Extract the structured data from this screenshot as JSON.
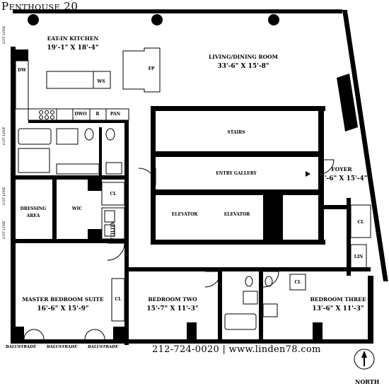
{
  "title": "Penthouse 20",
  "rooms": {
    "kitchen": {
      "name": "EAT-IN KITCHEN",
      "dims": "19'-1\" X 18'-4\""
    },
    "living": {
      "name": "LIVING/DINING ROOM",
      "dims": "33'-6\" X 15'-8\""
    },
    "foyer": {
      "name": "FOYER",
      "dims": "7'-6\" X 15'-4\""
    },
    "stairs": "STAIRS",
    "gallery": "ENTRY GALLERY",
    "elevator1": "ELEVATOR",
    "elevator2": "ELEVATOR",
    "dressing_line1": "DRESSING",
    "dressing_line2": "AREA",
    "wic": "WIC",
    "master": {
      "name": "MASTER BEDROOM SUITE",
      "dims": "16'-6\" X 15'-9\""
    },
    "bed2": {
      "name": "BEDROOM TWO",
      "dims": "15'-7\" X 11'-3\""
    },
    "bed3": {
      "name": "BEDROOM THREE",
      "dims": "13'-6\" X 11'-3\""
    }
  },
  "fixtures": {
    "dw": "DW",
    "ws": "WS",
    "fp": "FP",
    "dwo": "DWO",
    "r": "R",
    "pan": "PAN",
    "cl_closet": "CL",
    "utility": "UTILITY",
    "cl_foyer": "CL",
    "lin": "LIN",
    "cl_master": "CL",
    "cl_bath": "CL"
  },
  "lot_line": "LOT LINE",
  "balustrade": [
    "BALUSTRADE",
    "BALUSTRADE",
    "BALUSTRADE"
  ],
  "footer": "212-724-0020  |  www.linden78.com",
  "north": "NORTH"
}
